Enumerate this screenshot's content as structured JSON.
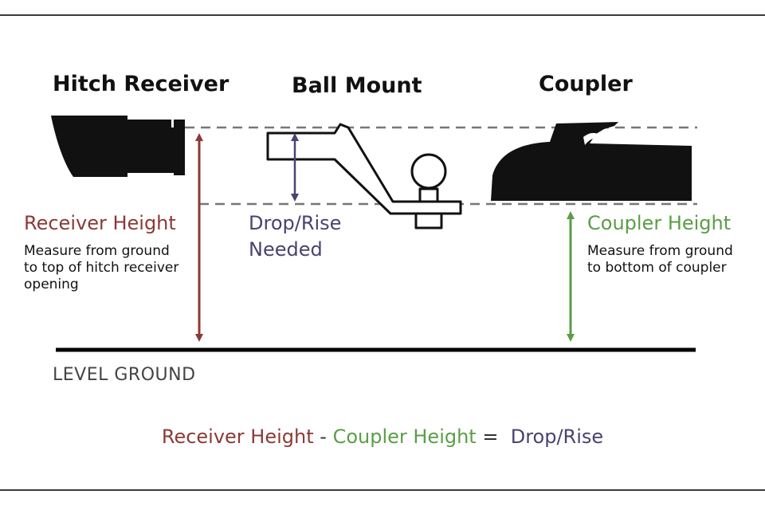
{
  "colors": {
    "receiver": "#8b3a36",
    "coupler": "#5a9e46",
    "drop": "#4a4270",
    "silhouette": "#111111",
    "guide": "#777777",
    "ground": "#000000"
  },
  "headings": {
    "hitch_receiver": "Hitch Receiver",
    "ball_mount": "Ball Mount",
    "coupler": "Coupler"
  },
  "receiver_height": {
    "title": "Receiver Height",
    "description": "Measure from ground to top of hitch receiver opening"
  },
  "drop_rise": {
    "line1": "Drop/Rise",
    "line2": "Needed"
  },
  "coupler_height": {
    "title": "Coupler Height",
    "description": "Measure from ground to bottom of coupler"
  },
  "ground_label": "LEVEL GROUND",
  "formula": {
    "term1": "Receiver Height",
    "op1": " - ",
    "term2": "Coupler Height",
    "op2": " =  ",
    "term3": "Drop/Rise"
  }
}
